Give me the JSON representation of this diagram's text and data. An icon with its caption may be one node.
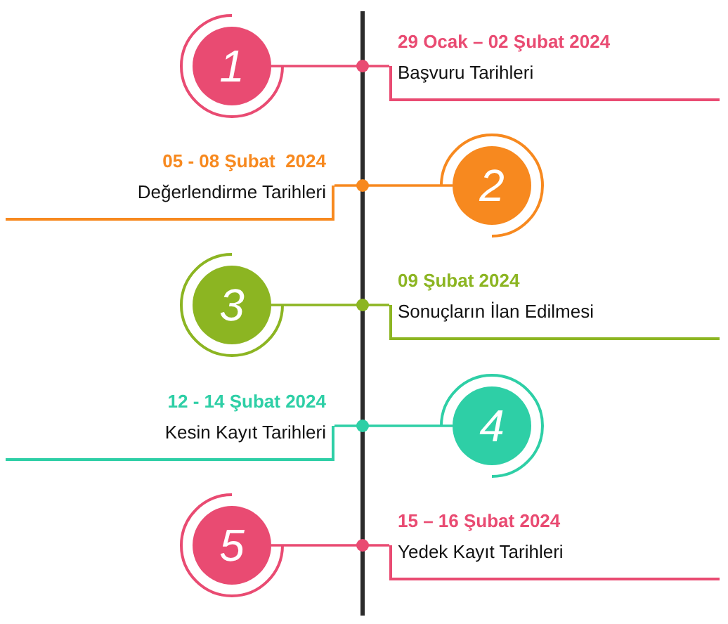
{
  "diagram": {
    "nodes": [
      {
        "text": [
          "1"
        ]
      },
      {
        "text": [
          "29 Ocak – 02 Şubat 2024",
          "Başvuru Tarihleri"
        ]
      },
      {
        "text": [
          "2"
        ]
      },
      {
        "text": [
          "05 - 08 Şubat  2024",
          "Değerlendirme Tarihleri"
        ]
      },
      {
        "text": [
          "3"
        ]
      },
      {
        "text": [
          "09 Şubat 2024",
          "Sonuçların İlan Edilmesi"
        ]
      },
      {
        "text": [
          "4"
        ]
      },
      {
        "text": [
          "12 - 14 Şubat 2024",
          "Kesin Kayıt Tarihleri"
        ]
      },
      {
        "text": [
          "5"
        ]
      },
      {
        "text": [
          "15 – 16 Şubat 2024",
          "Yedek Kayıt Tarihleri"
        ]
      }
    ],
    "edges": [
      {
        "from": 0,
        "to": 1,
        "arrow": "none",
        "color": "#e94b72"
      },
      {
        "from": 2,
        "to": 3,
        "arrow": "none",
        "color": "#f7891f"
      },
      {
        "from": 4,
        "to": 5,
        "arrow": "none",
        "color": "#8cb522"
      },
      {
        "from": 6,
        "to": 7,
        "arrow": "none",
        "color": "#2ecfa6"
      },
      {
        "from": 8,
        "to": 9,
        "arrow": "none",
        "color": "#e94b72"
      }
    ]
  }
}
